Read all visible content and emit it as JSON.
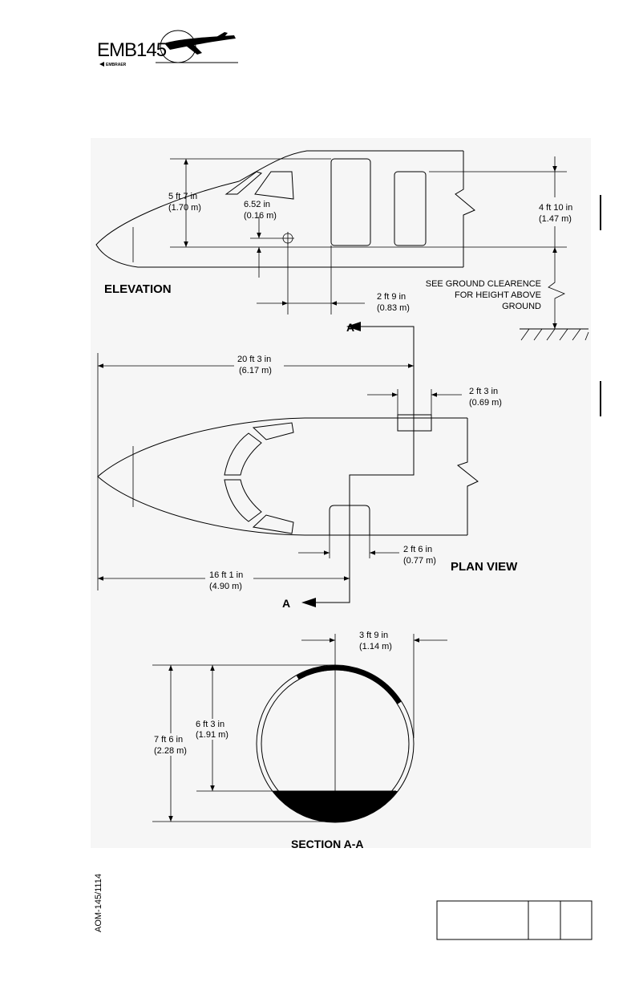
{
  "header": {
    "logo_model": "EMB145",
    "logo_brand": "EMBRAER"
  },
  "elevation": {
    "title": "ELEVATION",
    "dim_height_ft": "5 ft 7 in",
    "dim_height_m": "(1.70 m)",
    "dim_eye_ft": "6.52 in",
    "dim_eye_m": "(0.16 m)",
    "dim_door_height_ft": "4 ft 10 in",
    "dim_door_height_m": "(1.47 m)",
    "dim_eye_to_door_ft": "2 ft 9 in",
    "dim_eye_to_door_m": "(0.83 m)",
    "ground_note_1": "SEE GROUND CLEARENCE",
    "ground_note_2": "FOR HEIGHT ABOVE",
    "ground_note_3": "GROUND"
  },
  "plan": {
    "title": "PLAN VIEW",
    "section_mark": "A",
    "dim_nose_to_section_ft": "20 ft 3 in",
    "dim_nose_to_section_m": "(6.17 m)",
    "dim_service_door_ft": "2 ft 3 in",
    "dim_service_door_m": "(0.69 m)",
    "dim_main_door_ft": "2 ft 6 in",
    "dim_main_door_m": "(0.77 m)",
    "dim_nose_to_door_ft": "16 ft 1 in",
    "dim_nose_to_door_m": "(4.90 m)"
  },
  "section": {
    "title": "SECTION A-A",
    "dim_width_ft": "3 ft 9 in",
    "dim_width_m": "(1.14 m)",
    "dim_cabin_height_ft": "6 ft 3 in",
    "dim_cabin_height_m": "(1.91 m)",
    "dim_total_height_ft": "7 ft 6 in",
    "dim_total_height_m": "(2.28 m)"
  },
  "footer": {
    "doc_number": "AOM-145/1114"
  }
}
